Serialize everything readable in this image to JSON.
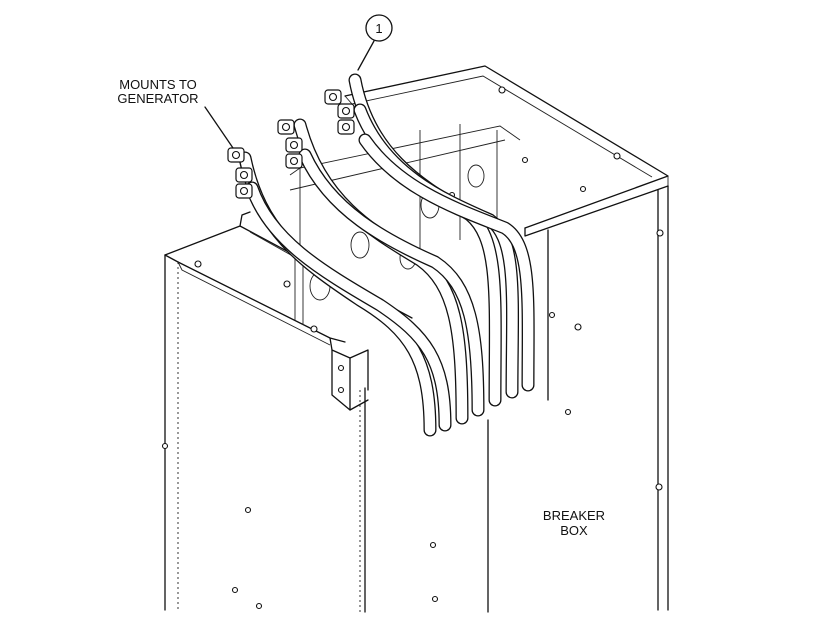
{
  "labels": {
    "mounts_line1": "MOUNTS TO",
    "mounts_line2": "GENERATOR",
    "breaker_line1": "BREAKER",
    "breaker_line2": "BOX",
    "callout_number": "1"
  }
}
